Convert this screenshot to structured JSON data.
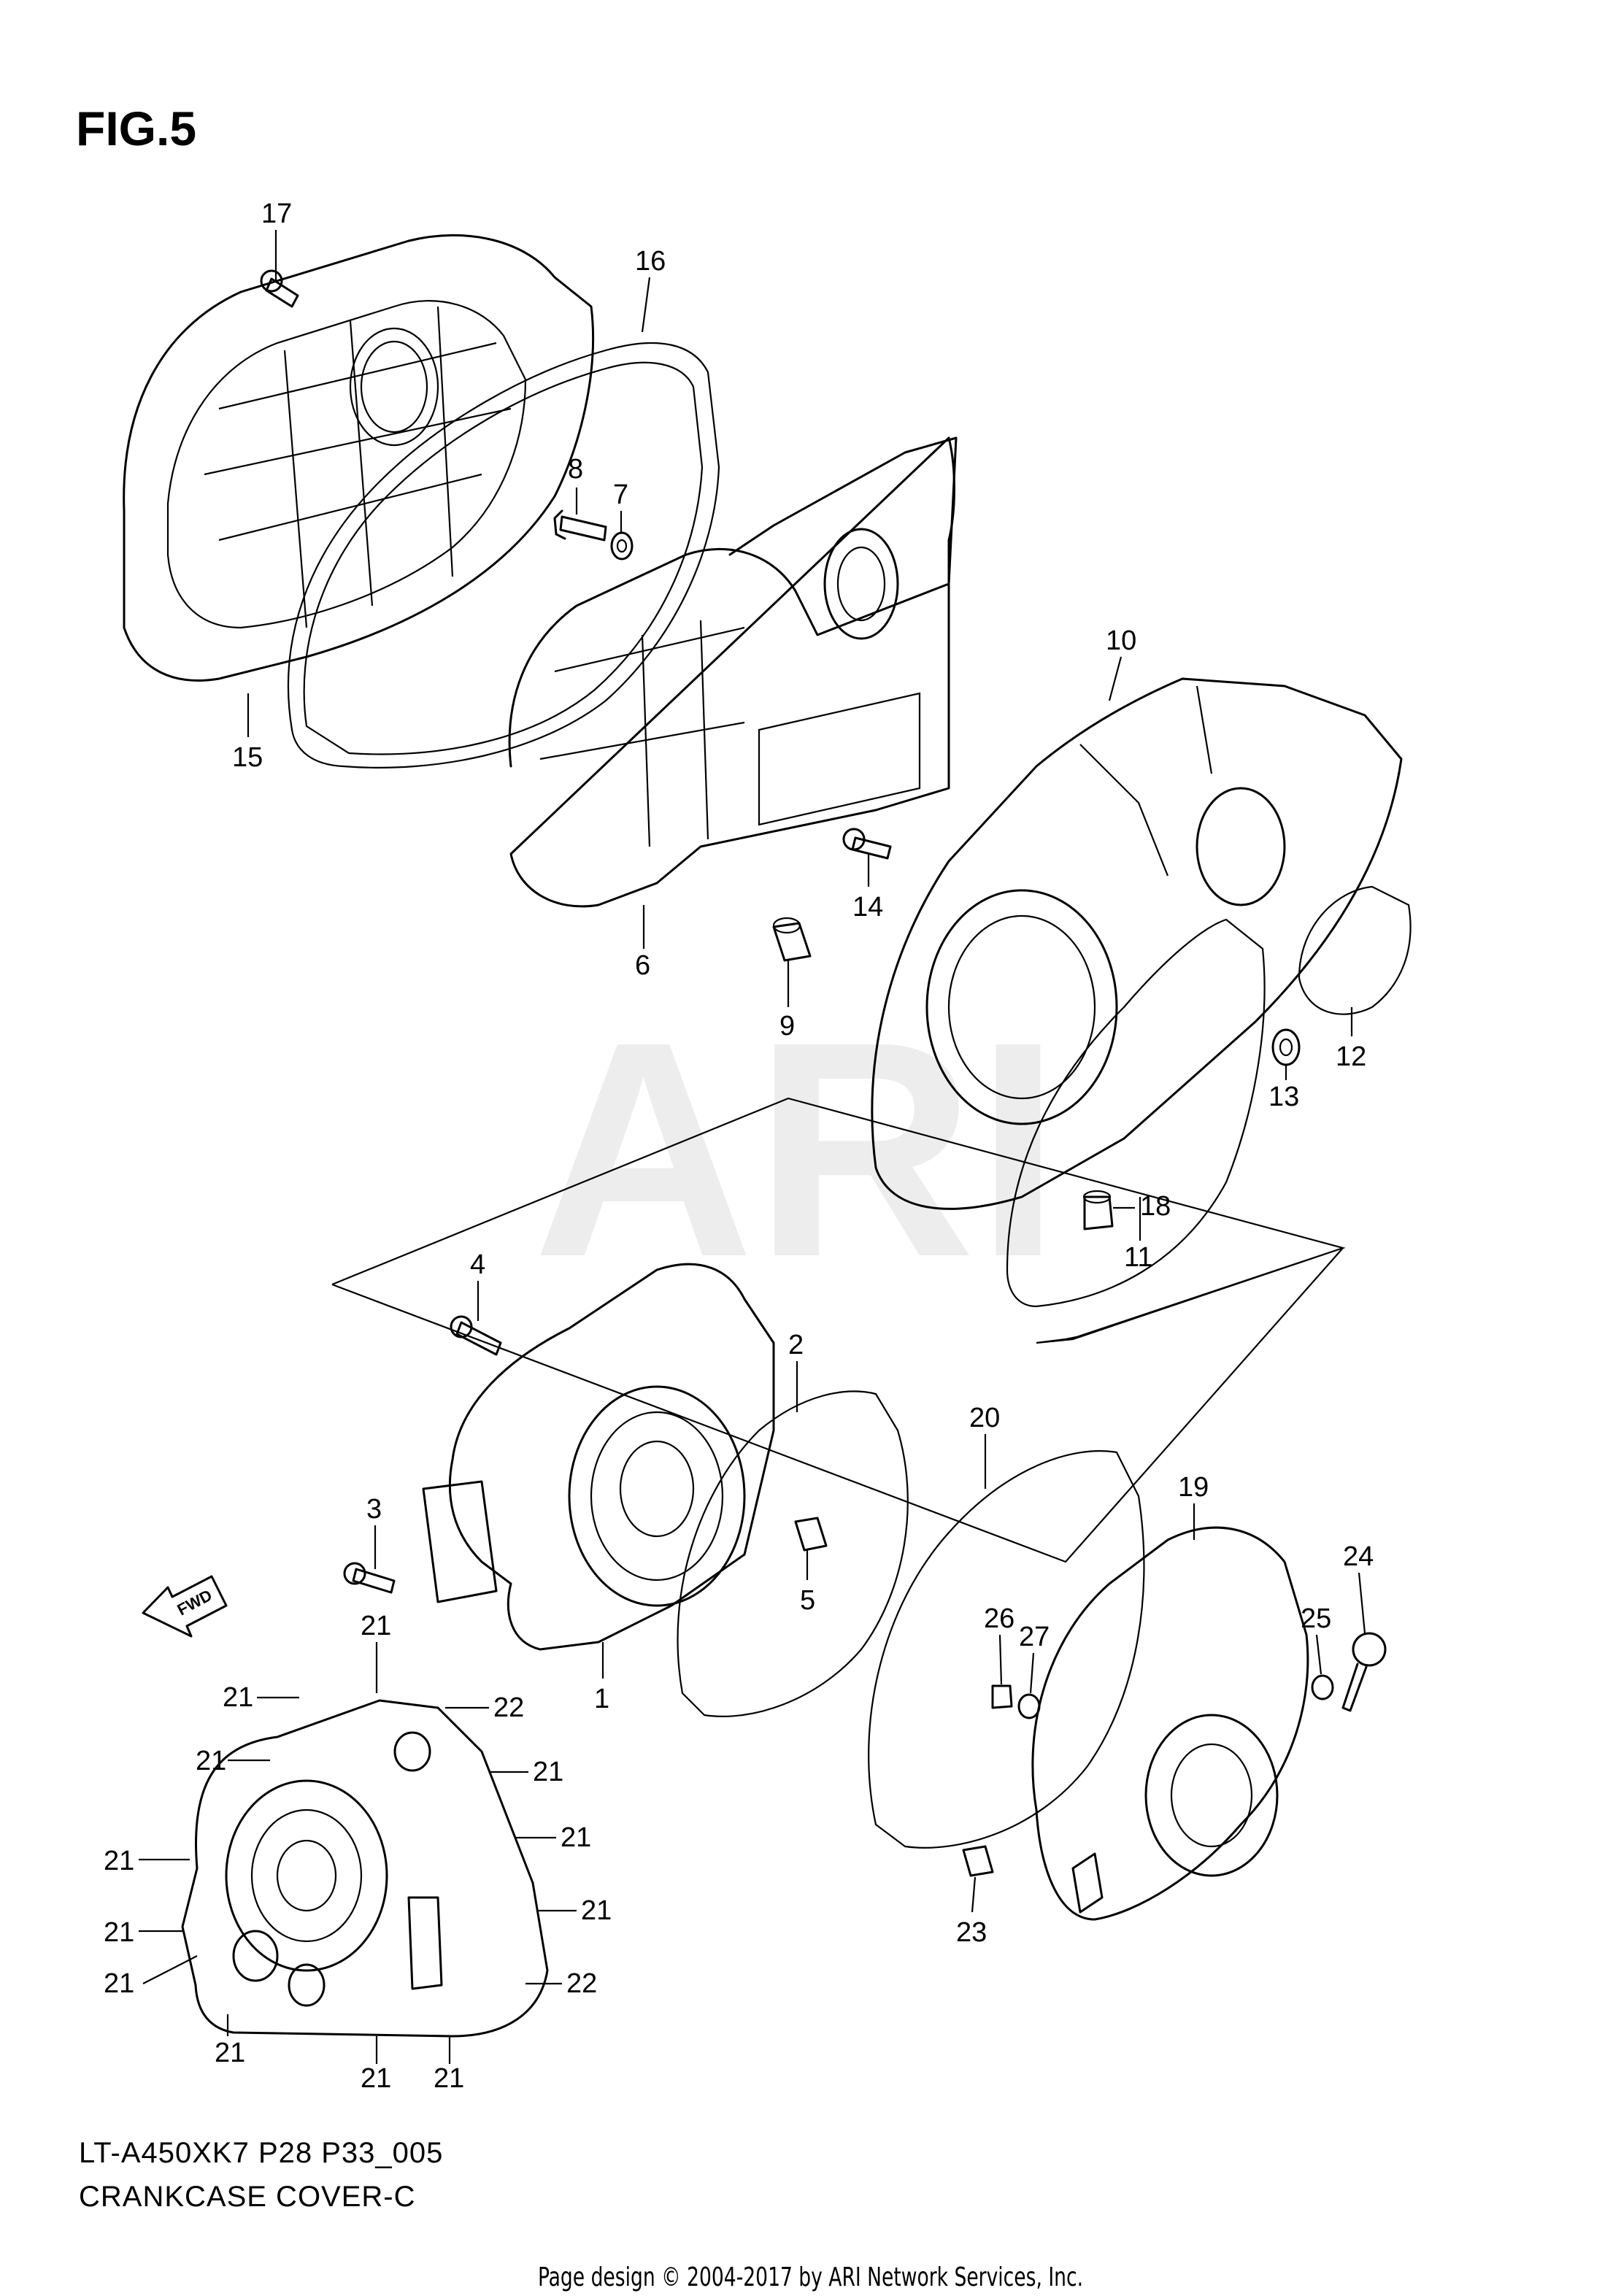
{
  "figure": {
    "title": "FIG.5"
  },
  "caption": {
    "model": "LT-A450XK7  P28  P33_005",
    "section": "CRANKCASE COVER-C"
  },
  "footer": {
    "copyright": "Page design © 2004-2017 by ARI Network Services, Inc."
  },
  "watermark": "ARI",
  "fwd_arrow": {
    "label": "FWD"
  },
  "callouts": [
    "17",
    "16",
    "8",
    "7",
    "10",
    "15",
    "6",
    "14",
    "9",
    "12",
    "13",
    "18",
    "11",
    "4",
    "2",
    "20",
    "3",
    "19",
    "24",
    "5",
    "26",
    "27",
    "25",
    "1",
    "21",
    "21",
    "22",
    "21",
    "21",
    "21",
    "21",
    "21",
    "21",
    "21",
    "22",
    "21",
    "21",
    "21",
    "23"
  ]
}
